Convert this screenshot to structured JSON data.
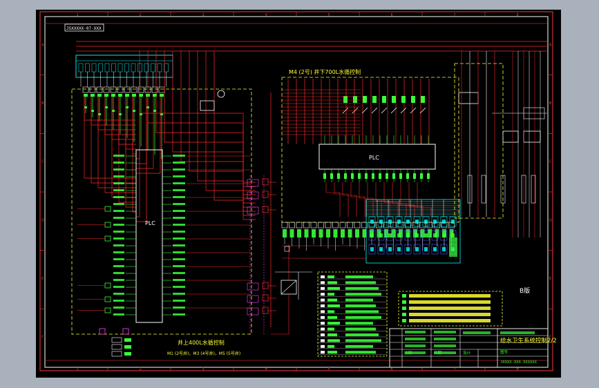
{
  "drawing": {
    "drawing_number_top": "JSXXXXX-07-XXX",
    "section_label_top_center": "M4 (2号) 井下700L水循控制",
    "section_label_bottom_left": "井上400L水循控制",
    "section_label_bottom_left_sub": "M1 (2号井)，M3 (4号井)，M5 (5号井)",
    "plc_label_left": "PLC",
    "plc_label_center": "PLC",
    "right_label": "B版"
  },
  "title_block": {
    "title": "给水卫生系统控制2/2",
    "drawing_no": "JXXXX-XXX-XXXXXX",
    "sheet_label": "图号",
    "scale_label": "比例",
    "date_label": "日期",
    "designer_label": "设计"
  },
  "border": {
    "columns": [
      "1",
      "2",
      "3",
      "4",
      "5",
      "6",
      "7",
      "8"
    ],
    "rows": [
      "A",
      "B",
      "C",
      "D",
      "E",
      "F"
    ]
  },
  "colors": {
    "background": "#000000",
    "frame": "#ff3b3b",
    "wire_red": "#ff2a2a",
    "label_green": "#39ff39",
    "dash_yellow": "#ffff33",
    "white": "#ffffff",
    "cyan": "#00ffff",
    "magenta": "#ff44ff",
    "blue": "#4466ff",
    "viewer_grey": "#a9b1bc"
  }
}
